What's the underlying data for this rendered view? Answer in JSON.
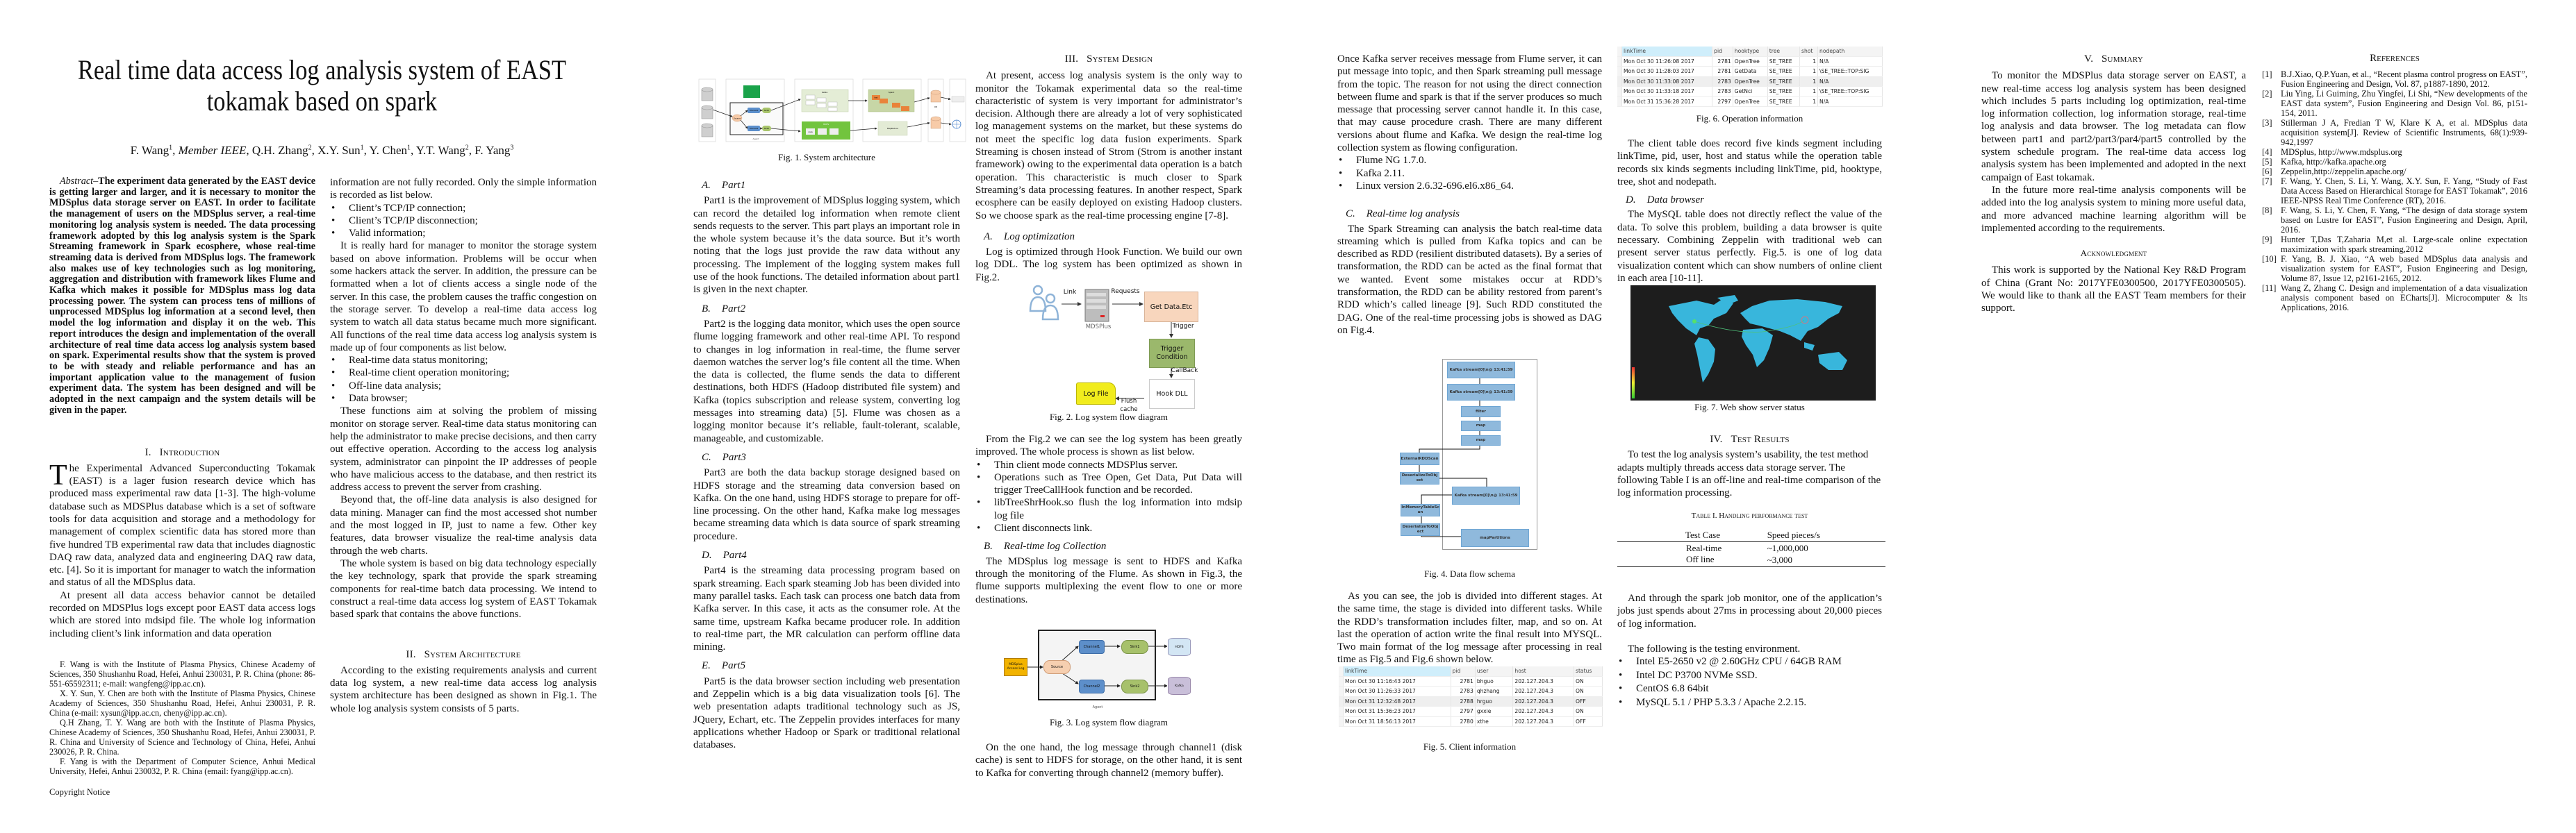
{
  "page1": {
    "title_line1": "Real time data access log analysis system of EAST",
    "title_line2": "tokamak based on spark",
    "authors": [
      {
        "name": "F. Wang",
        "sup": "1"
      },
      {
        "name": "Member IEEE",
        "sup": ""
      },
      {
        "name": "Q.H. Zhang",
        "sup": "2"
      },
      {
        "name": "X.Y. Sun",
        "sup": "1"
      },
      {
        "name": "Y. Chen",
        "sup": "1"
      },
      {
        "name": "Y.T. Wang",
        "sup": "2"
      },
      {
        "name": "F. Yang",
        "sup": "3"
      }
    ],
    "abstract_label": "Abstract–",
    "abstract_text": "The experiment data generated by the EAST device is getting larger and larger, and it is necessary to monitor the MDSplus data storage server on EAST. In order to facilitate the management of users on the MDSplus server, a real-time monitoring log analysis system is needed. The data processing framework adopted by this log analysis system is the Spark Streaming framework in Spark ecosphere, whose real-time streaming data is derived from MDSplus logs. The framework also makes use of key technologies such as log monitoring, aggregation and distribution with framework likes Flume and Kafka which makes it possible for MDSplus mass log data processing power. The system can process tens of millions of unprocessed MDSplus log information at a second level, then model the log information and display it on the web. This report introduces the design and implementation of the overall architecture of real time data access log analysis system based on spark. Experimental results show that the system is proved to be with steady and reliable performance and has an important application value to the management of fusion experiment data. The system has been designed and will be adopted in the next campaign and the system details will be given in the paper.",
    "intro_num": "I.",
    "intro_title": "Introduction",
    "intro_dropcap": "T",
    "intro_p1": "he Experimental Advanced Superconducting Tokamak (EAST) is a lager fusion research device which has produced mass experimental raw data [1-3]. The high-volume database such as MDSPlus database which is a set of software tools for data acquisition and storage and a methodology for management of complex scientific data has stored more than five hundred TB experimental raw data that includes diagnostic DAQ raw data, analyzed data and engineering DAQ raw data, etc. [4]. So it is important for manager to watch the information and status of all the MDSplus data.",
    "intro_p2": "At present all data access behavior cannot be detailed recorded on MDSPlus logs except poor EAST data access logs which are stored into mdsipd file. The whole log information including client’s link information and data operation",
    "footnotes": [
      "F. Wang is with the Institute of Plasma Physics, Chinese Academy of Sciences, 350 Shushanhu Road, Hefei, Anhui 230031, P. R. China (phone: 86-551-65592311; e-mail: wangfeng@ipp.ac.cn).",
      "X. Y. Sun, Y. Chen are both with the Institute of Plasma Physics, Chinese Academy of Sciences, 350 Shushanhu Road, Hefei, Anhui 230031, P. R. China (e-mail: xysun@ipp.ac.cn, cheny@ipp.ac.cn).",
      "Q.H Zhang, T. Y. Wang are both with the Institute of Plasma Physics, Chinese Academy of Sciences, 350 Shushanhu Road, Hefei, Anhui 230031, P. R. China and University of Science and Technology of China, Hefei, Anhui 230026, P. R. China.",
      "F. Yang is with the Department of Computer Science, Anhui Medical University, Hefei, Anhui 230032, P. R. China (email: fyang@ipp.ac.cn)."
    ],
    "copyright": "Copyright Notice",
    "col2_p1": "information are not fully recorded. Only the simple information is recorded as list below.",
    "col2_bullets1": [
      "Client’s TCP/IP connection;",
      "Client’s TCP/IP disconnection;",
      "Valid information;"
    ],
    "col2_p2": "It is really hard for manager to monitor the storage system based on above information. Problems will be occur when some hackers attack the server. In addition, the pressure can be formatted when a lot of clients access a single node of the server. In this case, the problem causes the traffic congestion on the storage server. To develop a real-time data access log system to watch all data status became much more significant. All functions of the real time data access log analysis system is made up of four components as list below.",
    "col2_bullets2": [
      "Real-time data status monitoring;",
      "Real-time client operation monitoring;",
      "Off-line data analysis;",
      "Data browser;"
    ],
    "col2_p3": "These functions aim at solving the problem of missing monitor on storage server. Real-time data status monitoring can help the administrator to make precise decisions, and then carry out effective operation. According to the access log analysis system, administrator can pinpoint the IP addresses of people who have malicious access to the database, and then restrict its address access to prevent the server from crashing.",
    "col2_p4": "Beyond that, the off-line data analysis is also designed for data mining. Manager can find the most accessed shot number and the most logged in IP, just to name a few. Other key features, data browser visualize the real-time analysis data through the web charts.",
    "col2_p5": "The whole system is based on big data technology especially the key technology, spark that provide the spark streaming components for real-time batch data processing. We intend to construct a real-time data access log system of EAST Tokamak based spark that contains the above functions.",
    "arch_num": "II.",
    "arch_title": "System Architecture",
    "arch_p": "According to the existing requirements analysis and current data log system, a new real-time data access log analysis system architecture has been designed as shown in Fig.1. The whole log analysis system consists of 5 parts."
  },
  "page2": {
    "fig1": {
      "caption": "Fig. 1. System architecture",
      "labels": {
        "agent": "Agent",
        "source": "Source",
        "channel1": "Channel1",
        "sink1": "Sink1",
        "channel2": "Channel2",
        "sink2": "Sink2",
        "kafka": "Kafka",
        "hdfs": "HDFS",
        "node": "node",
        "spark": "Spark",
        "task": "task",
        "mapreduce": "MapReduce",
        "db": "DB",
        "part": "Part"
      }
    },
    "part1_label": "A.",
    "part1_title": "Part1",
    "part1_p": "Part1 is the improvement of MDSplus logging system, which can record the detailed log information when remote client sends requests to the server. This part plays an important role in the whole system because it’s the data source. But it’s worth noting that the logs just provide the raw data without any processing. The implement of the logging system makes full use of the hook functions. The detailed information about part1 is given in the next chapter.",
    "part2_label": "B.",
    "part2_title": "Part2",
    "part2_p": "Part2 is the logging data monitor, which uses the open source flume logging framework and other real-time API. To respond to changes in log information in real-time, the flume server daemon watches the server log’s file content all the time. When the data is collected, the flume sends the data to different destinations, both HDFS (Hadoop distributed file system) and Kafka (topics subscription and release system, converting log messages into streaming data) [5]. Flume was chosen as a logging monitor because it’s reliable, fault-tolerant, scalable, manageable, and customizable.",
    "part3_label": "C.",
    "part3_title": "Part3",
    "part3_p": "Part3 are both the data backup storage designed based on HDFS storage and the streaming data conversion based on Kafka. On the one hand, using HDFS storage to prepare for off-line processing. On the other hand, Kafka make log messages became streaming data which is data source of spark streaming procedure.",
    "part4_label": "D.",
    "part4_title": "Part4",
    "part4_p": "Part4 is the streaming data processing program based on spark streaming. Each spark steaming Job has been divided into many parallel tasks. Each task can process one batch data from Kafka server. In this case, it acts as the consumer role. At the same time, upstream Kafka became producer role. In addition to real-time part, the MR calculation can perform offline data mining.",
    "part5_label": "E.",
    "part5_title": "Part5",
    "part5_p": "Part5 is the data browser section including web presentation and Zeppelin which is a big data visualization tools [6]. The web presentation adapts traditional technology such as JS, JQuery, Echart, etc. The Zeppelin provides interfaces for many applications whether Hadoop or Spark or traditional relational databases.",
    "design_num": "III.",
    "design_title": "System Design",
    "design_p": "At present, access log analysis system is the only way to monitor the Tokamak experimental data so the real-time characteristic of system is very important for administrator’s decision. Although there are already a lot of very sophisticated log management systems on the market, but these systems do not meet the specific log data fusion experiments. Spark Streaming is chosen instead of Strom (Strom is another instant framework) owing to the experimental data operation is a batch operation. This characteristic is much closer to Spark Streaming’s data processing features. In another respect, Spark ecosphere can be easily deployed on existing Hadoop clusters. So we choose spark as the real-time processing engine [7-8].",
    "logopt_label": "A.",
    "logopt_title": "Log optimization",
    "logopt_p": "Log is optimized through Hook Function. We build our own log DDL. The log system has been optimized as shown in Fig.2.",
    "fig2": {
      "link": "Link",
      "requests": "Requests",
      "server": "MDSPlus",
      "get_data": "Get Data.Etc",
      "trigger": "Trigger",
      "trigger_condition": "Trigger Condition",
      "callback": "CallBack",
      "hook_dll": "Hook DLL",
      "log_file": "Log File",
      "flush": "Flush cache",
      "caption": "Fig. 2. Log system flow diagram"
    },
    "fig2_p": "From the Fig.2 we can see the log system has been greatly improved. The whole process is shown as list below.",
    "fig2_bullets": [
      "Thin client mode connects MDSPlus server.",
      "Operations such as Tree Open, Get Data, Put Data will trigger TreeCallHook function and be recorded.",
      "libTreeShrHook.so flush the log information into mdsip log file",
      "Client disconnects link."
    ],
    "collect_label": "B.",
    "collect_title": "Real-time log Collection",
    "collect_p": "The MDSplus log message is sent to HDFS and Kafka through the monitoring of the Flume. As shown in Fig.3, the flume supports multiplexing the event flow to one or more destinations.",
    "fig3": {
      "access_log": "MDSplus Access Log",
      "source": "Source",
      "channel1": "Channel1",
      "channel2": "Channel2",
      "sink1": "Sink1",
      "sink2": "Sink2",
      "hdfs": "HDFS",
      "kafka": "Kafka",
      "agent": "Agent",
      "caption": "Fig. 3. Log system flow diagram"
    },
    "fig3_p": "On the one hand, the log message through channel1 (disk cache) is sent to HDFS for storage, on the other hand, it is sent to Kafka for converting through channel2 (memory buffer)."
  },
  "page3": {
    "kafka_p": "Once Kafka server receives message from Flume server, it can put message into topic, and then Spark streaming pull message from the topic. The reason for not using the direct connection between flume and spark is that if the server produces so much message that processing server cannot handle it. In this case, that may cause procedure crash. There are many different versions about flume and Kafka. We design the real-time log collection system as flowing configuration.",
    "config_bullets": [
      "Flume NG 1.7.0.",
      "Kafka 2.11.",
      "Linux version 2.6.32-696.el6.x86_64."
    ],
    "analysis_label": "C.",
    "analysis_title": "Real-time log analysis",
    "analysis_p": "The Spark Streaming can analysis the batch real-time data streaming which is pulled from Kafka topics and can be described as RDD (resilient distributed datasets). By a series of transformation, the RDD can be acted as the final format that we wanted. Event some mistakes occur at RDD’s transformation, the RDD can be ability restored from parent’s RDD which’s called lineage [9]. Such RDD constituted the DAG. One of the real-time processing jobs is showed as DAG on Fig.4.",
    "fig4": {
      "kafka_stream": "Kafka stream[0]\\n@ 13:41:59",
      "filter": "filter",
      "map": "map",
      "external_scan": "ExternalRDDScan",
      "deserialize": "DeserializeToObject",
      "inmemory_scan": "InMemoryTableScan",
      "map_partitions": "mapPartitions",
      "caption": "Fig. 4. Data flow schema"
    },
    "stages_p": "As you can see, the job is divided into different stages. At the same time, the stage is divided into different tasks. While the RDD’s transformation includes filter, map, and so on. At last the operation of action write the final result into MYSQL. Two main format of the log message after processing in real time as Fig.5 and Fig.6 shown below.",
    "fig5": {
      "columns": [
        "linkTime",
        "pid",
        "user",
        "host",
        "status"
      ],
      "rows": [
        [
          "Mon Oct 30 11:16:43 2017",
          "2781",
          "bhguo",
          "202.127.204.3",
          "ON"
        ],
        [
          "Mon Oct 30 11:26:33 2017",
          "2783",
          "qhzhang",
          "202.127.204.3",
          "ON"
        ],
        [
          "Mon Oct 31 12:32:48 2017",
          "2788",
          "hrguo",
          "202.127.204.3",
          "OFF"
        ],
        [
          "Mon Oct 31 15:36:23 2017",
          "2797",
          "gxxie",
          "202.127.204.3",
          "ON"
        ],
        [
          "Mon Oct 31 18:56:13 2017",
          "2780",
          "xthe",
          "202.127.204.3",
          "OFF"
        ]
      ],
      "caption": "Fig. 5. Client information"
    },
    "fig6": {
      "columns": [
        "linkTime",
        "pid",
        "hooktype",
        "tree",
        "shot",
        "nodepath"
      ],
      "rows": [
        [
          "Mon Oct 30 11:26:08 2017",
          "2781",
          "OpenTree",
          "SE_TREE",
          "1",
          "N/A"
        ],
        [
          "Mon Oct 30 11:28:03 2017",
          "2781",
          "GetData",
          "SE_TREE",
          "1",
          "\\SE_TREE::TOP:SIG"
        ],
        [
          "Mon Oct 30 11:33:08 2017",
          "2783",
          "OpenTree",
          "SE_TREE",
          "1",
          "N/A"
        ],
        [
          "Mon Oct 30 11:33:18 2017",
          "2783",
          "GetNci",
          "SE_TREE",
          "1",
          "\\SE_TREE::TOP:SIG"
        ],
        [
          "Mon Oct 31 15:36:28 2017",
          "2797",
          "OpenTree",
          "SE_TREE",
          "1",
          "N/A"
        ]
      ],
      "caption": "Fig. 6. Operation information"
    },
    "tables_p": "The client table does record five kinds segment including linkTime, pid, user, host and status while the operation table records six kinds segments including linkTime, pid, hooktype, tree, shot and nodepath.",
    "browser_label": "D.",
    "browser_title": "Data browser",
    "browser_p": "The MySQL table does not directly reflect the value of the data. To solve this problem, building a data browser is quite necessary. Combining Zeppelin with traditional web can present server status perfectly. Fig.5. is one of log data visualization content which can show numbers of online client in each area [10-11].",
    "fig7": {
      "caption": "Fig. 7. Web show server status",
      "map_color": "#38b6dc",
      "background": "#1d1d1d"
    },
    "test_num": "IV.",
    "test_title": "Test Results",
    "test_p": "To test the log analysis system’s usability, the test method adapts multiply threads access data storage server. The following Table I is an off-line and real-time comparison of the log information processing.",
    "table1": {
      "title": "Table I. Handling performance test",
      "columns": [
        "Test Case",
        "Speed pieces/s"
      ],
      "rows": [
        [
          "Real-time",
          "~1,000,000"
        ],
        [
          "Off line",
          "~3,000"
        ]
      ]
    },
    "monitor_p": "And through the spark job monitor, one of the application’s jobs just spends about 27ms in processing about 20,000 pieces of log information.",
    "env_p": "The following is the testing environment.",
    "env_bullets": [
      "Intel E5-2650 v2 @ 2.60GHz CPU / 64GB RAM",
      "Intel DC P3700 NVMe SSD.",
      "CentOS 6.8 64bit",
      "MySQL 5.1 / PHP 5.3.3 / Apache 2.2.15."
    ]
  },
  "page4": {
    "summary_num": "V.",
    "summary_title": "Summary",
    "summary_p1": "To monitor the MDSPlus data storage server on EAST, a new real-time access log analysis system has been designed which includes 5 parts including log optimization, real-time log information collection, log information storage, real-time log analysis and data browser. The log metadata can flow between part1 and part2/part3/par4/part5 controlled by the system schedule program. The real-time data access log analysis system has been implemented and adopted in the next campaign of East tokamak.",
    "summary_p2": "In the future more real-time analysis components will be added into the log analysis system to mining more useful data, and more advanced machine learning algorithm will be implemented according to the requirements.",
    "ack_title": "Acknowledgment",
    "ack_p": "This work is supported by the National Key R&D Program of China (Grant No: 2017YFE0300500, 2017YFE0300505). We would like to thank all the EAST Team members for their support.",
    "refs_title": "References",
    "refs": [
      {
        "n": "[1]",
        "t": "B.J.Xiao, Q.P.Yuan, et al., “Recent plasma control progress on EAST”, Fusion Engineering and Design, Vol. 87, p1887-1890, 2012."
      },
      {
        "n": "[2]",
        "t": "Liu Ying, Li Guiming, Zhu Yingfei, Li Shi, “New developments of the EAST data system”, Fusion Engineering and Design Vol. 86, p151-154, 2011."
      },
      {
        "n": "[3]",
        "t": "Stillerman J A, Fredian T W, Klare K A, et al. MDSplus data acquisition system[J]. Review of Scientific Instruments, 68(1):939-942,1997"
      },
      {
        "n": "[4]",
        "t": "MDSplus, http://www.mdsplus.org"
      },
      {
        "n": "[5]",
        "t": "Kafka, http://kafka.apache.org"
      },
      {
        "n": "[6]",
        "t": "Zeppelin,http://zeppelin.apache.org/"
      },
      {
        "n": "[7]",
        "t": "F. Wang, Y. Chen, S. Li, Y. Wang, X.Y. Sun, F. Yang, “Study of Fast Data Access Based on Hierarchical Storage for EAST Tokamak”, 2016 IEEE-NPSS Real Time Conference (RT), 2016."
      },
      {
        "n": "[8]",
        "t": "F. Wang, S. Li, Y. Chen, F. Yang, “The design of data storage system based on Lustre for EAST”, Fusion Engineering and Design, April, 2016."
      },
      {
        "n": "[9]",
        "t": "Hunter T,Das T,Zaharia M,et al. Large-scale online expectation maximization with spark streaming,2012"
      },
      {
        "n": "[10]",
        "t": "F. Yang, B. J. Xiao, “A web based MDSplus data analysis and visualization system for EAST”, Fusion Engineering and Design, Volume 87, Issue 12, p2161-2165, 2012."
      },
      {
        "n": "[11]",
        "t": "Wang Z, Zhang C. Design and implementation of a data visualization analysis component based on ECharts[J]. Microcomputer & Its Applications, 2016."
      }
    ]
  }
}
